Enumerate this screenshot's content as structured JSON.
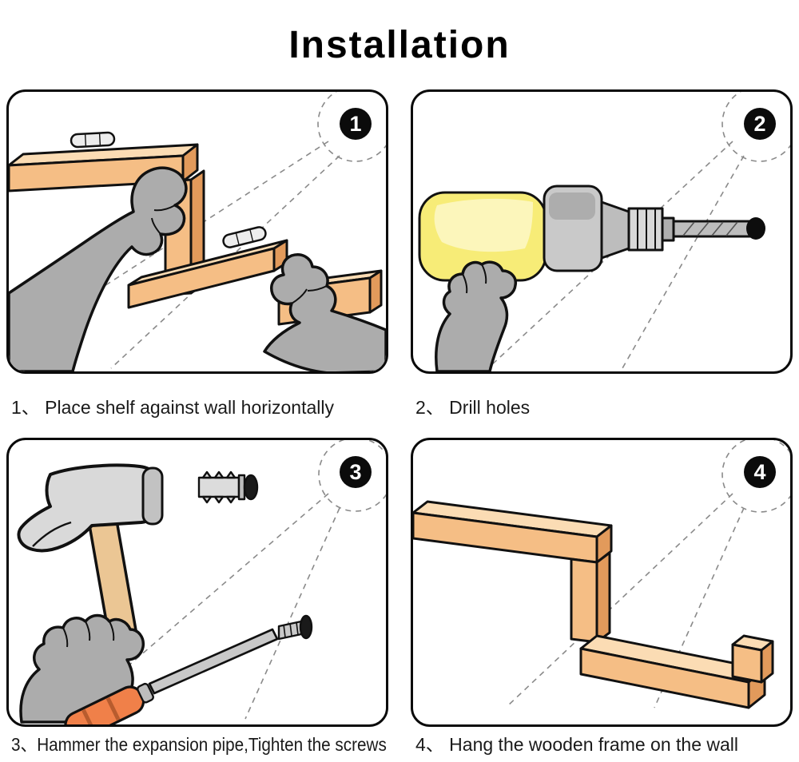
{
  "title": "Installation",
  "steps": [
    {
      "number": "1",
      "caption": "1、 Place shelf against wall horizontally",
      "illustration": "hands-placing-shelf-with-spirit-levels"
    },
    {
      "number": "2",
      "caption": "2、 Drill holes",
      "illustration": "electric-drill-drilling-hole"
    },
    {
      "number": "3",
      "caption": "3、Hammer the expansion pipe,Tighten the screws",
      "illustration": "hammer-wall-anchor-screwdriver-screw"
    },
    {
      "number": "4",
      "caption": "4、 Hang the wooden frame on the wall",
      "illustration": "wooden-shelf-frame"
    }
  ],
  "colors": {
    "outline": "#111111",
    "panel_border": "#0a0a0a",
    "wood_front": "#F5BE85",
    "wood_top": "#FBDCB4",
    "wood_side": "#E29A5B",
    "glove": "#ACACAC",
    "drill_yellow": "#F7EC77",
    "drill_yellow_highlight": "#FCF6BB",
    "metal": "#C9C9C9",
    "screwdriver_handle": "#F08049",
    "badge_background": "#0b0b0b",
    "badge_text": "#FFFFFF",
    "dashed_guide": "#8A8A8A"
  }
}
